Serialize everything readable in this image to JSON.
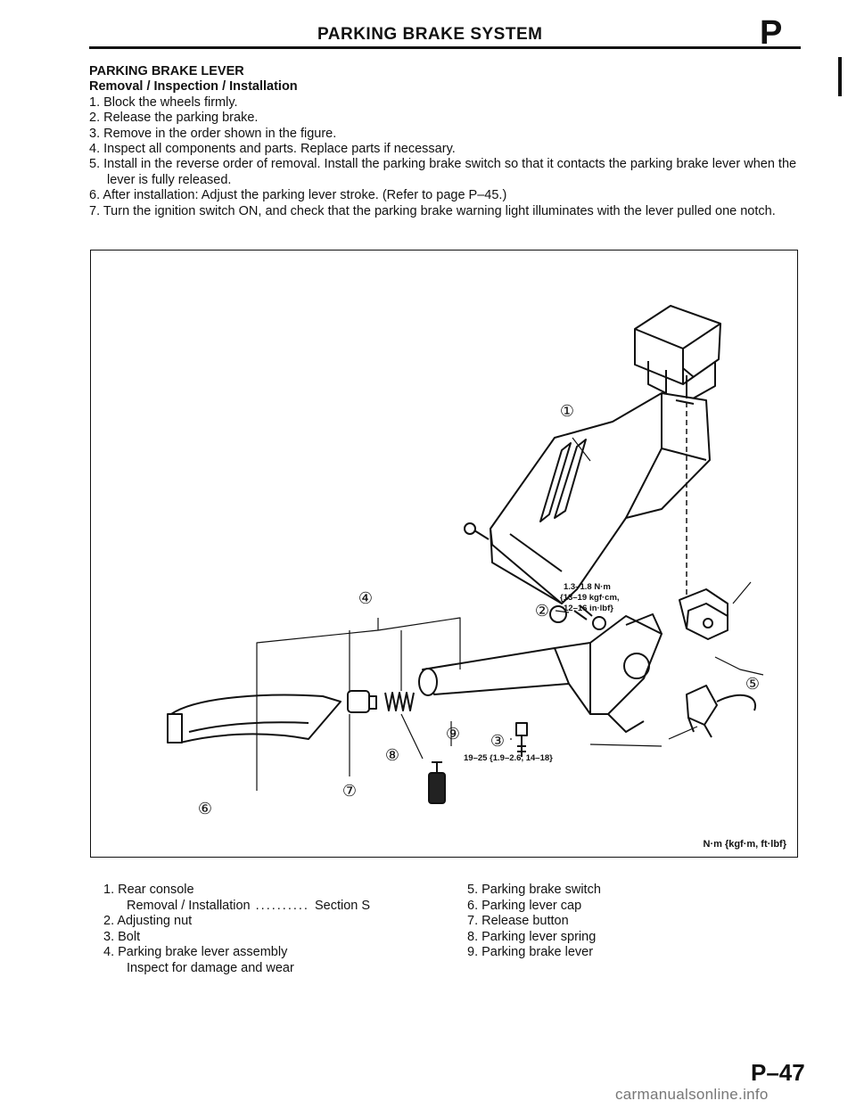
{
  "header": {
    "title": "PARKING BRAKE SYSTEM",
    "section_letter": "P"
  },
  "intro": {
    "heading": "PARKING BRAKE LEVER",
    "subheading": "Removal / Inspection / Installation",
    "steps": [
      "1. Block the wheels firmly.",
      "2. Release the parking brake.",
      "3. Remove in the order shown in the figure.",
      "4. Inspect all components and parts. Replace parts if necessary.",
      "5. Install in the reverse order of removal. Install the parking brake switch so that it contacts the parking brake lever when the lever is fully released.",
      "6. After installation: Adjust the parking lever stroke. (Refer to page P–45.)",
      "7. Turn the ignition switch ON, and check that the parking brake warning light illuminates with the lever pulled one notch."
    ]
  },
  "figure": {
    "callouts": [
      "①",
      "②",
      "③",
      "④",
      "⑤",
      "⑥",
      "⑦",
      "⑧",
      "⑨"
    ],
    "torque_1": [
      "1.3–1.8 N·m",
      "{13–19 kgf·cm,",
      "12–16 in·lbf}"
    ],
    "torque_2": "19–25 {1.9–2.6, 14–18}",
    "unit_label": "N·m {kgf·m, ft·lbf}"
  },
  "legend": {
    "left": [
      {
        "text": "1. Rear console",
        "sub": false
      },
      {
        "text": "Removal / Installation",
        "leader": " .......... ",
        "ref": "Section S",
        "sub": true
      },
      {
        "text": "2. Adjusting nut",
        "sub": false
      },
      {
        "text": "3. Bolt",
        "sub": false
      },
      {
        "text": "4. Parking brake lever assembly",
        "sub": false
      },
      {
        "text": "Inspect for damage and wear",
        "sub": true
      }
    ],
    "right": [
      "5. Parking brake switch",
      "6. Parking lever cap",
      "7. Release button",
      "8. Parking lever spring",
      "9. Parking brake lever"
    ]
  },
  "footer": {
    "page_number": "P–47",
    "watermark": "carmanualsonline.info"
  }
}
